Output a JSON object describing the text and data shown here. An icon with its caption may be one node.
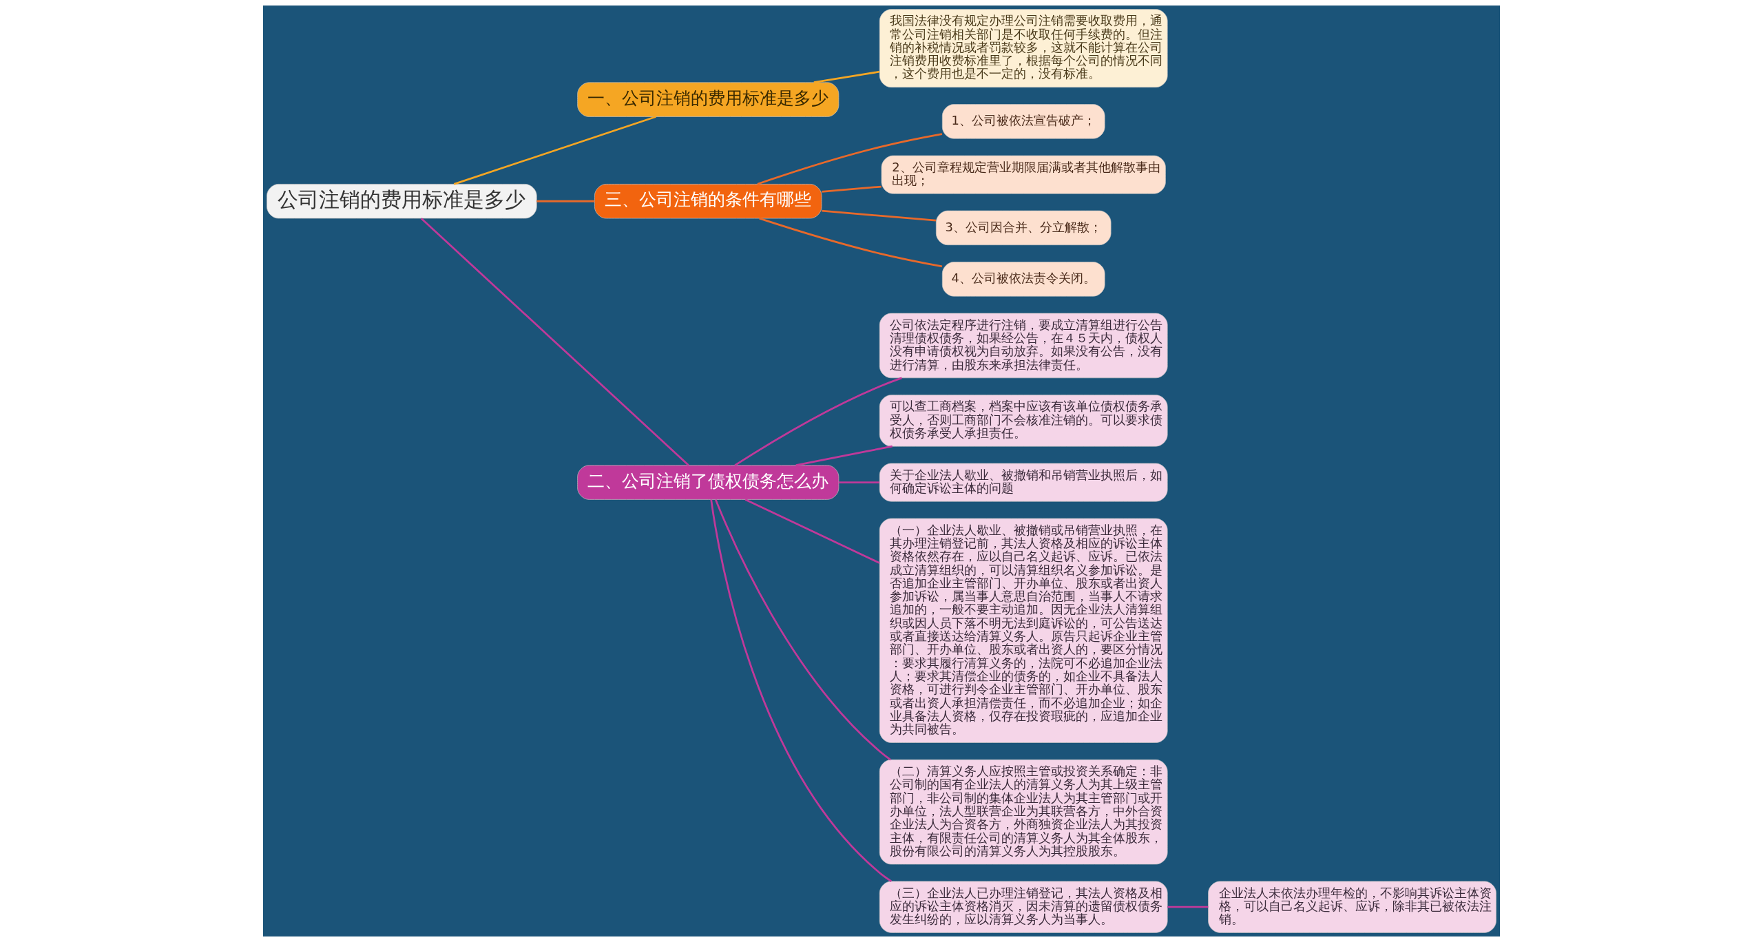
{
  "diagram": {
    "nodes": [
      {
        "text": [
          "公司注销的费用标准是多少"
        ]
      },
      {
        "text": [
          "一、公司注销的费用标准是多少"
        ]
      },
      {
        "text": [
          "我国法律没有规定办理公司注销需要收取费用，通常公司注销相关部门是不收取任何手续费的。但注销的补税情况或者罚款较多，这就不能计算在公司注销费用收费标准里了，根据每个公司的情况不同，这个费用也是不一定的，没有标准。"
        ]
      },
      {
        "text": [
          "三、公司注销的条件有哪些"
        ]
      },
      {
        "text": [
          "1、公司被依法宣告破产；"
        ]
      },
      {
        "text": [
          "2、公司章程规定营业期限届满或者其他解散事由出现；"
        ]
      },
      {
        "text": [
          "3、公司因合并、分立解散；"
        ]
      },
      {
        "text": [
          "4、公司被依法责令关闭。"
        ]
      },
      {
        "text": [
          "二、公司注销了债权债务怎么办"
        ]
      },
      {
        "text": [
          "公司依法定程序进行注销，要成立清算组进行公告清理债权债务，如果经公告，在４５天内，债权人没有申请债权视为自动放弃。如果没有公告，没有进行清算，由股东来承担法律责任。"
        ]
      },
      {
        "text": [
          "可以查工商档案，档案中应该有该单位债权债务承受人，否则工商部门不会核准注销的。可以要求债权债务承受人承担责任。"
        ]
      },
      {
        "text": [
          "关于企业法人歇业、被撤销和吊销营业执照后，如何确定诉讼主体的问题"
        ]
      },
      {
        "text": [
          "（一）企业法人歇业、被撤销或吊销营业执照，在其办理注销登记前，其法人资格及相应的诉讼主体资格依然存在，应以自己名义起诉、应诉。已依法成立清算组织的，可以清算组织名义参加诉讼。是否追加企业主管部门、开办单位、股东或者出资人参加诉讼，属当事人意思自治范围，当事人不请求追加的，一般不要主动追加。因无企业法人清算组织或因人员下落不明无法到庭诉讼的，可公告送达或者直接送达给清算义务人。原告只起诉企业主管部门、开办单位、股东或者出资人的，要区分情况：要求其履行清算义务的，法院可不必追加企业法人；要求其清偿企业的债务的，如企业不具备法人资格，可进行判令企业主管部门、开办单位、股东或者出资人承担清偿责任，而不必追加企业；如企业具备法人资格，仅存在投资瑕疵的，应追加企业为共同被告。"
        ]
      },
      {
        "text": [
          "（二）清算义务人应按照主管或投资关系确定：非公司制的国有企业法人的清算义务人为其上级主管部门，非公司制的集体企业法人为其主管部门或开办单位，法人型联营企业为其联营各方，中外合资企业法人为合资各方，外商独资企业法人为其投资主体，有限责任公司的清算义务人为其全体股东，股份有限公司的清算义务人为其控股股东。"
        ]
      },
      {
        "text": [
          "（三）企业法人已办理注销登记，其法人资格及相应的诉讼主体资格消灭，因未清算的遗留债权债务发生纠纷的，应以清算义务人为当事人。"
        ]
      },
      {
        "text": [
          "企业法人未依法办理年检的，不影响其诉讼主体资格，可以自己名义起诉、应诉，除非其已被依法注销。"
        ]
      }
    ],
    "edges": [
      {
        "from": 0,
        "to": 1,
        "arrow": "none",
        "color": "#f5a623"
      },
      {
        "from": 1,
        "to": 2,
        "arrow": "none",
        "color": "#f5a623"
      },
      {
        "from": 0,
        "to": 3,
        "arrow": "none",
        "color": "#e8692a"
      },
      {
        "from": 3,
        "to": 4,
        "arrow": "none",
        "color": "#e8692a"
      },
      {
        "from": 3,
        "to": 5,
        "arrow": "none",
        "color": "#e8692a"
      },
      {
        "from": 3,
        "to": 6,
        "arrow": "none",
        "color": "#e8692a"
      },
      {
        "from": 3,
        "to": 7,
        "arrow": "none",
        "color": "#e8692a"
      },
      {
        "from": 0,
        "to": 8,
        "arrow": "none"
      },
      {
        "from": 8,
        "to": 9,
        "arrow": "none"
      },
      {
        "from": 8,
        "to": 10,
        "arrow": "none"
      },
      {
        "from": 8,
        "to": 11,
        "arrow": "none"
      },
      {
        "from": 8,
        "to": 12,
        "arrow": "none"
      },
      {
        "from": 8,
        "to": 13,
        "arrow": "none"
      },
      {
        "from": 8,
        "to": 14,
        "arrow": "none"
      },
      {
        "from": 14,
        "to": 15,
        "arrow": "none"
      }
    ]
  }
}
